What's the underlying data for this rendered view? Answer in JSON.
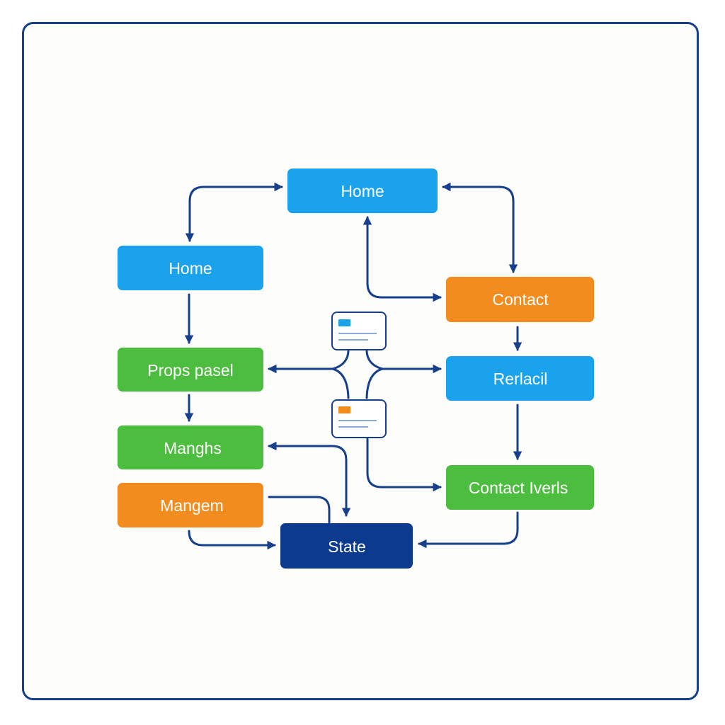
{
  "diagram": {
    "nodes": {
      "home_top": {
        "label": "Home",
        "color": "#1aa3ec"
      },
      "home_left": {
        "label": "Home",
        "color": "#1aa3ec"
      },
      "contact": {
        "label": "Contact",
        "color": "#f28c1e"
      },
      "props_panel": {
        "label": "Props pasel",
        "color": "#4cbd3e"
      },
      "rerlacil": {
        "label": "Rerlacil",
        "color": "#1aa3ec"
      },
      "manghs": {
        "label": "Manghs",
        "color": "#4cbd3e"
      },
      "mangem": {
        "label": "Mangem",
        "color": "#f28c1e"
      },
      "contact_iverls": {
        "label": "Contact Iverls",
        "color": "#4cbd3e"
      },
      "state": {
        "label": "State",
        "color": "#0c3a8e"
      }
    },
    "colors": {
      "frame": "#163f8c",
      "arrow": "#163f8c",
      "text_on_dark": "#ffffff",
      "text_on_light": "#ffffff"
    },
    "icons": [
      "document-card-icon",
      "document-card-icon"
    ]
  }
}
